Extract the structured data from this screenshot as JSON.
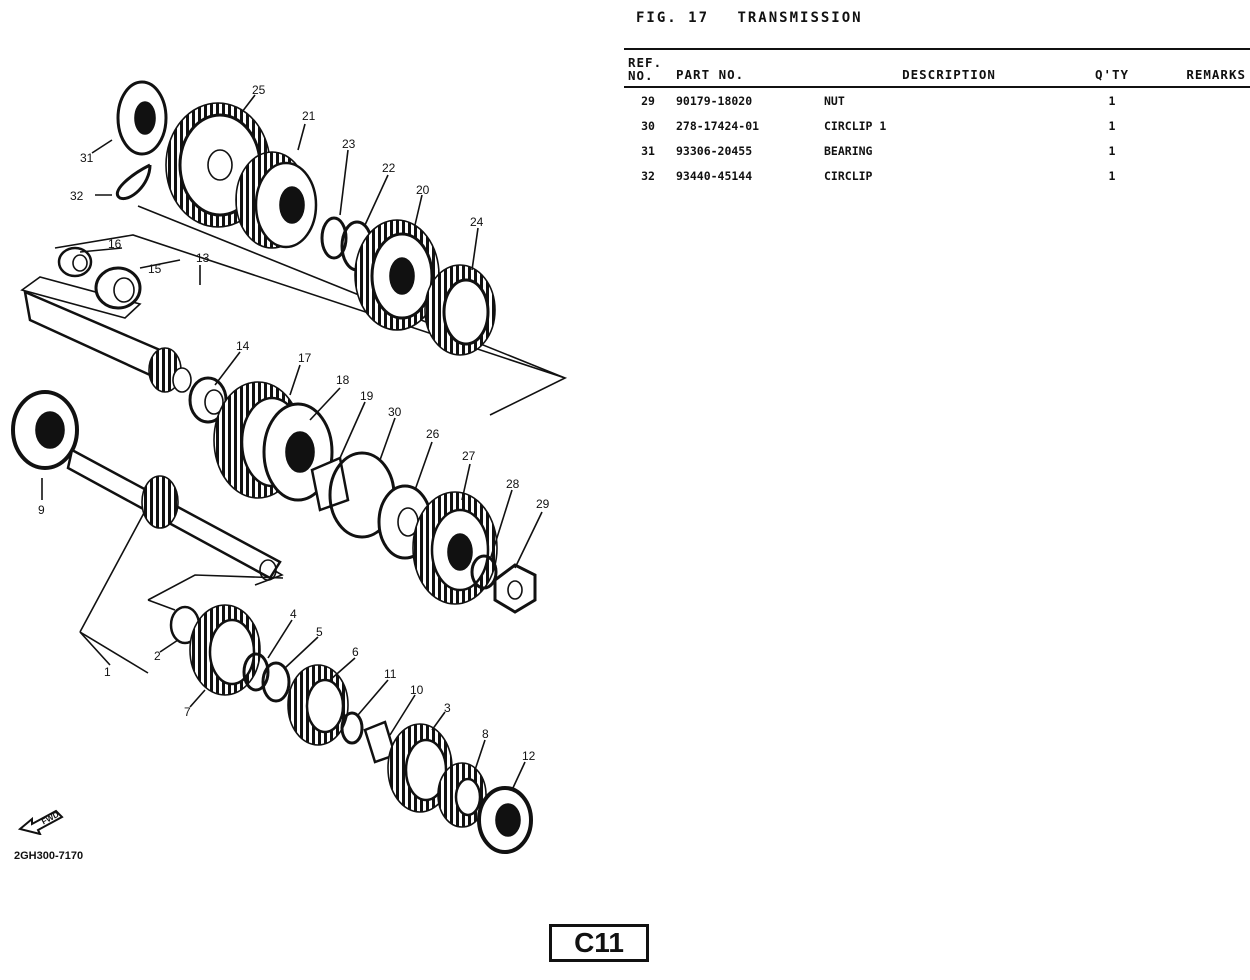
{
  "figure": {
    "prefix": "FIG.",
    "number": "17",
    "title": "TRANSMISSION"
  },
  "table": {
    "headers": {
      "ref_line1": "REF.",
      "ref_line2": "NO.",
      "part_no": "PART NO.",
      "description": "DESCRIPTION",
      "qty": "Q'TY",
      "remarks": "REMARKS"
    },
    "rows": [
      {
        "ref": "29",
        "part_no": "90179-18020",
        "description": "NUT",
        "qty": "1",
        "remarks": ""
      },
      {
        "ref": "30",
        "part_no": "278-17424-01",
        "description": "CIRCLIP 1",
        "qty": "1",
        "remarks": ""
      },
      {
        "ref": "31",
        "part_no": "93306-20455",
        "description": "BEARING",
        "qty": "1",
        "remarks": ""
      },
      {
        "ref": "32",
        "part_no": "93440-45144",
        "description": "CIRCLIP",
        "qty": "1",
        "remarks": ""
      }
    ]
  },
  "diagram": {
    "code": "2GH300-7170",
    "fwd_label": "FWD",
    "callouts": [
      "25",
      "21",
      "23",
      "22",
      "20",
      "24",
      "31",
      "32",
      "16",
      "15",
      "13",
      "14",
      "17",
      "18",
      "19",
      "30",
      "26",
      "27",
      "28",
      "29",
      "9",
      "1",
      "2",
      "7",
      "4",
      "5",
      "6",
      "11",
      "10",
      "3",
      "8",
      "12"
    ]
  },
  "page_badge": "C11"
}
